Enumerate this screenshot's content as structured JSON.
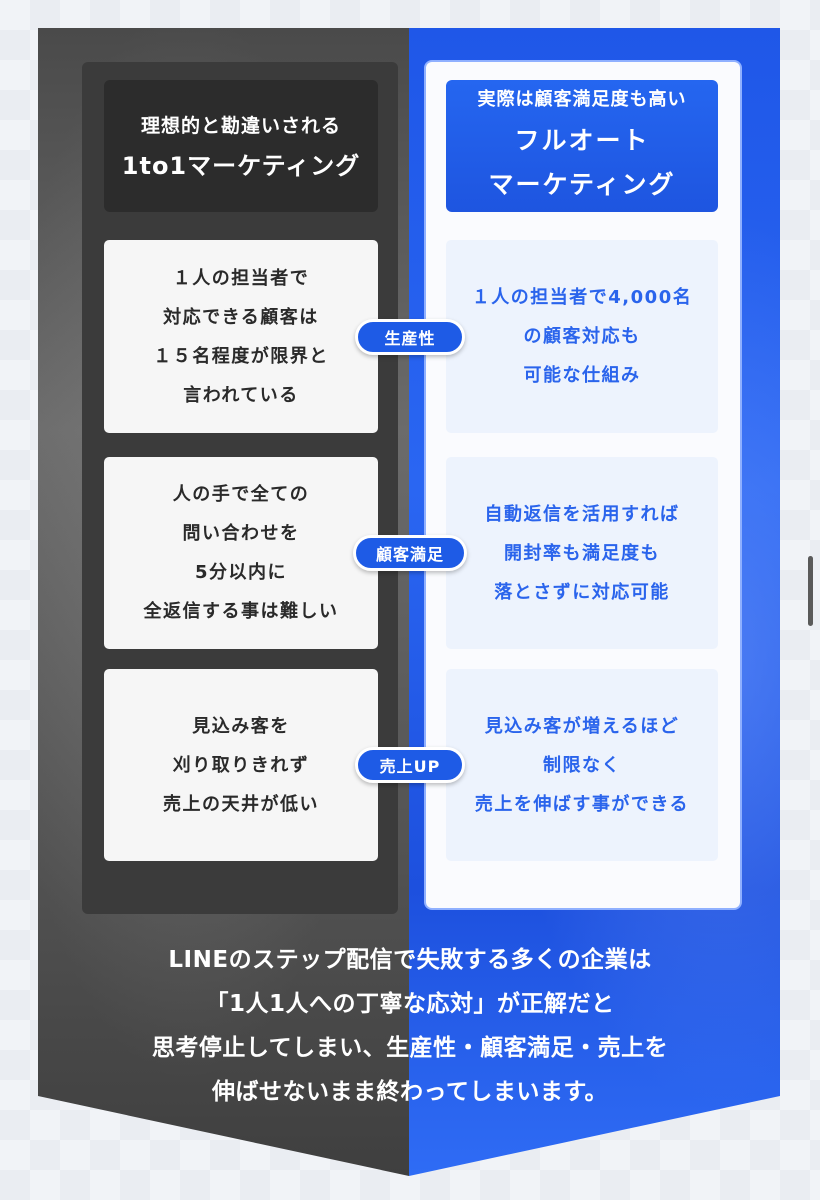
{
  "left_header": {
    "line1": "理想的と勘違いされる",
    "line2": "1to1マーケティング"
  },
  "right_header": {
    "line1": "実際は顧客満足度も高い",
    "line2": "フルオート",
    "line3": "マーケティング"
  },
  "rows": [
    {
      "badge": "生産性",
      "left": [
        "１人の担当者で",
        "対応できる顧客は",
        "１５名程度が限界と",
        "言われている"
      ],
      "right": [
        "１人の担当者で4,000名",
        "の顧客対応も",
        "可能な仕組み"
      ]
    },
    {
      "badge": "顧客満足",
      "left": [
        "人の手で全ての",
        "問い合わせを",
        "5分以内に",
        "全返信する事は難しい"
      ],
      "right": [
        "自動返信を活用すれば",
        "開封率も満足度も",
        "落とさずに対応可能"
      ]
    },
    {
      "badge": "売上UP",
      "left": [
        "見込み客を",
        "刈り取りきれず",
        "売上の天井が低い"
      ],
      "right": [
        "見込み客が増えるほど",
        "制限なく",
        "売上を伸ばす事ができる"
      ]
    }
  ],
  "bottom": [
    "LINEのステップ配信で失敗する多くの企業は",
    "「1人1人への丁寧な応対」が正解だと",
    "思考停止してしまい、生産性・顧客満足・売上を",
    "伸ばせないまま終わってしまいます。"
  ],
  "colors": {
    "accent_blue": "#1e5be6",
    "dark_panel": "#3b3b3b"
  }
}
